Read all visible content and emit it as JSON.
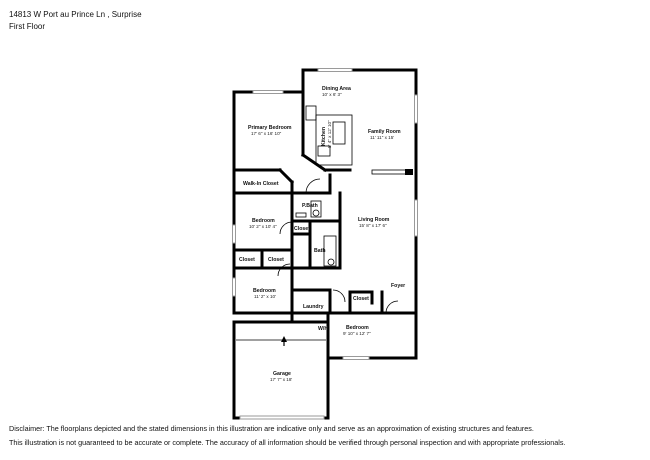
{
  "header": {
    "address": "14813 W Port au Prince Ln , Surprise",
    "floor": "First Floor"
  },
  "rooms": {
    "dining": {
      "name": "Dining Area",
      "dims": "10' x 6' 3\""
    },
    "family": {
      "name": "Family Room",
      "dims": "11' 11\" x 15'"
    },
    "kitchen": {
      "name": "Kitchen",
      "dims": "8' 4\" x 12' 10\""
    },
    "primary": {
      "name": "Primary Bedroom",
      "dims": "17' 6\" x 16' 10\""
    },
    "walkin": {
      "name": "Walk-In Closet"
    },
    "pbath": {
      "name": "P.Bath"
    },
    "bed1": {
      "name": "Bedroom",
      "dims": "10' 2\" x 10' 4\""
    },
    "closet_a": {
      "name": "Closet"
    },
    "bath": {
      "name": "Bath"
    },
    "living": {
      "name": "Living Room",
      "dims": "15' 8\" x 17' 6\""
    },
    "closet_b": {
      "name": "Closet"
    },
    "closet_c": {
      "name": "Closet"
    },
    "bed2": {
      "name": "Bedroom",
      "dims": "11' 2\" x 10'"
    },
    "laundry": {
      "name": "Laundry"
    },
    "foyer": {
      "name": "Foyer"
    },
    "closet_d": {
      "name": "Closet"
    },
    "wh": {
      "name": "W/H"
    },
    "bed3": {
      "name": "Bedroom",
      "dims": "9' 10\" x 12' 7\""
    },
    "garage": {
      "name": "Garage",
      "dims": "17' 7\" x 18'"
    }
  },
  "disclaimer": {
    "line1": "Disclaimer: The floorplans depicted and the stated dimensions in this illustration are indicative only and serve as an approximation of existing structures and features.",
    "line2": "This illustration is not guaranteed to be accurate or complete. The accuracy of all information should be verified through personal inspection and with appropriate professionals."
  }
}
